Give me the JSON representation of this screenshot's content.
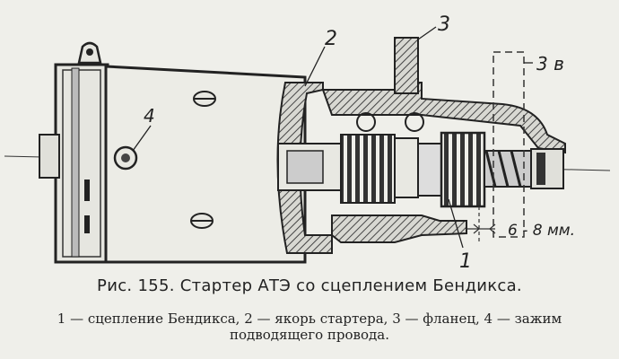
{
  "figure": {
    "callouts": {
      "c1": "1",
      "c2": "2",
      "c3": "3",
      "c4": "4",
      "c3b": "3 в"
    },
    "dimension": "6 - 8 мм."
  },
  "caption": "Рис. 155. Стартер АТЭ со сцеплением Бендикса.",
  "legend": {
    "line1": "1 — сцепление Бендикса, 2 — якорь стартера, 3 — фланец, 4 — зажим",
    "line2": "подводящего провода."
  },
  "colors": {
    "ink": "#222222",
    "paper": "#efefea",
    "hatch": "#555555"
  }
}
